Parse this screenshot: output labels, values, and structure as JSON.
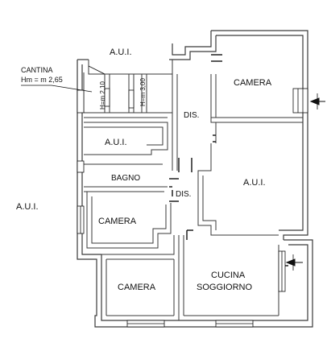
{
  "plan": {
    "labels": {
      "aui_top": "A.U.I.",
      "aui_left": "A.U.I.",
      "aui_mid": "A.U.I.",
      "aui_right": "A.U.I.",
      "cantina": "CANTINA",
      "cantina_height": "Hm = m 2,65",
      "height_a": "H=m 2,10",
      "height_b": "H=m 3,00",
      "dis_top": "DIS.",
      "dis_bottom": "DIS.",
      "bagno": "BAGNO",
      "camera_top": "CAMERA",
      "camera_mid": "CAMERA",
      "camera_bottom": "CAMERA",
      "cucina_line1": "CUCINA",
      "cucina_line2": "SOGGIORNO"
    },
    "colors": {
      "wall": "#3a3a3a",
      "wall_fill": "#ffffff",
      "line": "#111111"
    },
    "icons": [
      "entrance-arrow-icon",
      "entrance-arrow-icon"
    ]
  }
}
